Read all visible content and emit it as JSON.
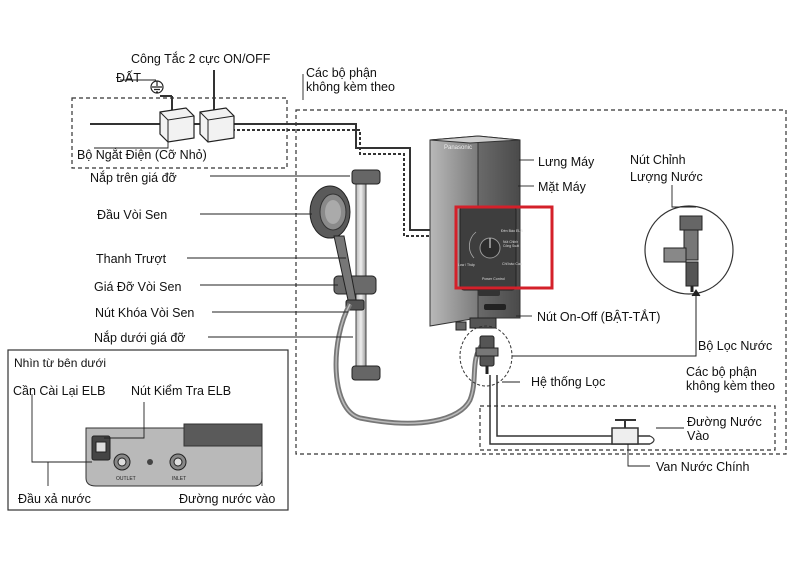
{
  "labels": {
    "switch_2pole": "Công Tắc 2 cực ON/OFF",
    "ground": "ĐẤT",
    "breaker_small": "Bộ Ngắt Điện (Cỡ Nhỏ)",
    "parts_not_included_top": [
      "Các bộ phận",
      "không kèm theo"
    ],
    "bracket_top_cap": "Nắp trên giá đỡ",
    "shower_head": "Đầu Vòi Sen",
    "slide_bar": "Thanh Trượt",
    "shower_holder": "Giá Đỡ Vòi Sen",
    "shower_lock_button": "Nút Khóa Vòi Sen",
    "bracket_bottom_cap": "Nắp dưới giá đỡ",
    "back_cover": "Lưng Máy",
    "front_panel": "Mặt Máy",
    "flow_knob": [
      "Nút Chỉnh",
      "Lượng Nước"
    ],
    "on_off_button": "Nút On-Off (BẬT-TẮT)",
    "water_filter": "Bộ Lọc Nước",
    "filter_system": "Hệ thống Lọc",
    "parts_not_included_bottom": [
      "Các bộ phận",
      "không kèm theo"
    ],
    "water_inlet": [
      "Đường Nước",
      "Vào"
    ],
    "main_valve": "Van Nước Chính"
  },
  "inset": {
    "title": "Nhìn từ bên dưới",
    "elb_reset": "Cần Cài Lại ELB",
    "elb_test": "Nút Kiểm Tra ELB",
    "drain": "Đầu xả nước",
    "inlet": "Đường nước vào",
    "outlet_mark": "OUTLET",
    "inlet_mark": "INLET"
  },
  "panel": {
    "brand": "Panasonic",
    "elb_lamp": "Đèn Báo ELB",
    "power_knob": [
      "Nút Chỉnh",
      "Công Suất"
    ],
    "power_lamp": "Chỉ báo Cao",
    "low_mark": "Low / Thấp",
    "power_control": "Power Control"
  },
  "colors": {
    "highlight": "#d4202a",
    "unit_body": "#8e8e8e",
    "unit_dark": "#4a4a4a",
    "line": "#222222"
  }
}
